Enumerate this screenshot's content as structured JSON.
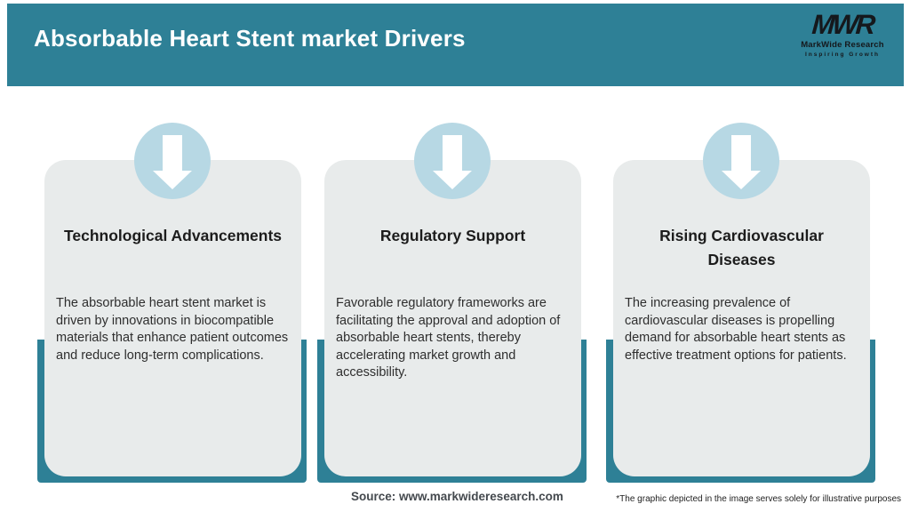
{
  "colors": {
    "teal": "#2e8096",
    "circle_blue": "#b7d8e4",
    "card_bg": "#e8ebeb",
    "logo_dark": "#15181c"
  },
  "header": {
    "title": "Absorbable Heart Stent market Drivers"
  },
  "logo": {
    "monogram": "MWR",
    "name": "MarkWide Research",
    "tagline": "Inspiring Growth"
  },
  "cards": [
    {
      "icon": "down-arrow",
      "title": "Technological Advancements",
      "body": "The absorbable heart stent market is\ndriven by innovations in biocompatible\nmaterials that enhance patient outcomes\nand reduce long-term complications."
    },
    {
      "icon": "down-arrow",
      "title": "Regulatory Support",
      "body": "Favorable regulatory frameworks are\nfacilitating the approval and adoption of\nabsorbable heart stents, thereby\naccelerating market growth and\naccessibility."
    },
    {
      "icon": "down-arrow",
      "title": "Rising Cardiovascular\nDiseases",
      "body": "The increasing prevalence of\ncardiovascular diseases is propelling\ndemand for absorbable heart stents as\neffective treatment options for patients."
    }
  ],
  "footer": {
    "source": "Source: www.markwideresearch.com",
    "disclaimer": "*The graphic depicted in the image serves solely for illustrative purposes"
  }
}
